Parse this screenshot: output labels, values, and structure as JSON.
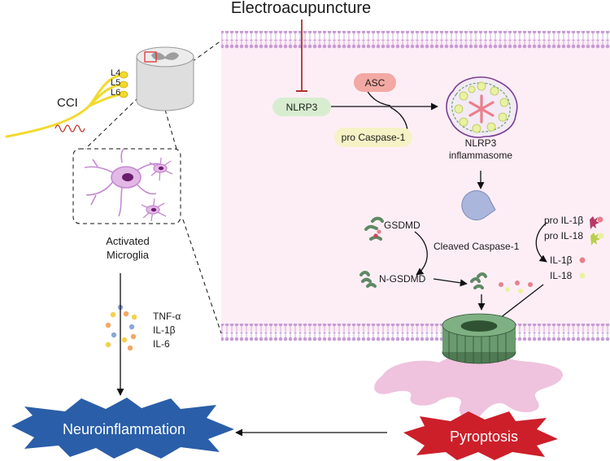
{
  "title": "Electroacupuncture",
  "injury_label": "CCI",
  "spinal_levels": [
    "L4",
    "L5",
    "L6"
  ],
  "microglia_caption_line1": "Activated",
  "microglia_caption_line2": "Microglia",
  "cytokines": [
    "TNF-α",
    "IL-1β",
    "IL-6"
  ],
  "nodes": {
    "nlrp3": "NLRP3",
    "asc": "ASC",
    "pro_caspase": "pro Caspase-1",
    "inflammasome_line1": "NLRP3",
    "inflammasome_line2": "inflammasome",
    "gsdmd": "GSDMD",
    "cleaved_caspase": "Cleaved Caspase-1",
    "n_gsdmd": "N-GSDMD",
    "pro_il1b": "pro IL-1β",
    "pro_il18": "pro IL-18",
    "il1b": "IL-1β",
    "il18": "IL-18"
  },
  "outcomes": {
    "neuroinflammation": "Neuroinflammation",
    "pyroptosis": "Pyroptosis"
  },
  "colors": {
    "membrane": "#c89bd6",
    "cell_fill": "#fdeef6",
    "nlrp3_pill": "#d8edd0",
    "asc_pill": "#f2a9a3",
    "procasp_pill": "#f6f2c6",
    "caspase": "#aab6dc",
    "pore": "#5e8a63",
    "splash": "#efc2de",
    "neuroinflammation_star": "#2a5ea8",
    "pyroptosis_star": "#cc1f2a",
    "nerve": "#f2d92c",
    "inhibit": "#b0302a"
  }
}
